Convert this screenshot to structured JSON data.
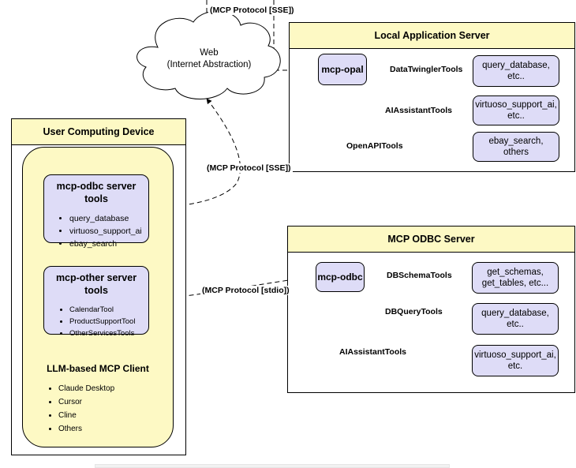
{
  "cloud": {
    "line1": "Web",
    "line2": "(Internet Abstraction)"
  },
  "protocol_labels": {
    "sse_top": "(MCP Protocol [SSE])",
    "sse_mid": "(MCP Protocol [SSE])",
    "stdio": "(MCP Protocol [stdio])"
  },
  "local_server": {
    "title": "Local Application Server",
    "hub": "mcp-opal",
    "edges": [
      "DataTwinglerTools",
      "AIAssistantTools",
      "OpenAPITools"
    ],
    "targets": [
      {
        "line1": "query_database,",
        "line2": "etc.."
      },
      {
        "line1": "virtuoso_support_ai,",
        "line2": "etc.."
      },
      {
        "line1": "ebay_search,",
        "line2": "others"
      }
    ]
  },
  "odbc_server": {
    "title": "MCP ODBC Server",
    "hub": "mcp-odbc",
    "edges": [
      "DBSchemaTools",
      "DBQueryTools",
      "AIAssistantTools"
    ],
    "targets": [
      {
        "line1": "get_schemas,",
        "line2": "get_tables, etc..."
      },
      {
        "line1": "query_database,",
        "line2": "etc.."
      },
      {
        "line1": "virtuoso_support_ai,",
        "line2": "etc."
      }
    ]
  },
  "device": {
    "title": "User Computing Device",
    "odbc_tools": {
      "title_line1": "mcp-odbc server",
      "title_line2": "tools",
      "items": [
        "query_database",
        "virtuoso_support_ai",
        "ebay_search"
      ]
    },
    "other_tools": {
      "title_line1": "mcp-other server",
      "title_line2": "tools",
      "items": [
        "CalendarTool",
        "ProductSupportTool",
        "OtherServicesTools"
      ]
    },
    "client": {
      "title": "LLM-based MCP Client",
      "items": [
        "Claude Desktop",
        "Cursor",
        "Cline",
        "Others"
      ]
    }
  }
}
